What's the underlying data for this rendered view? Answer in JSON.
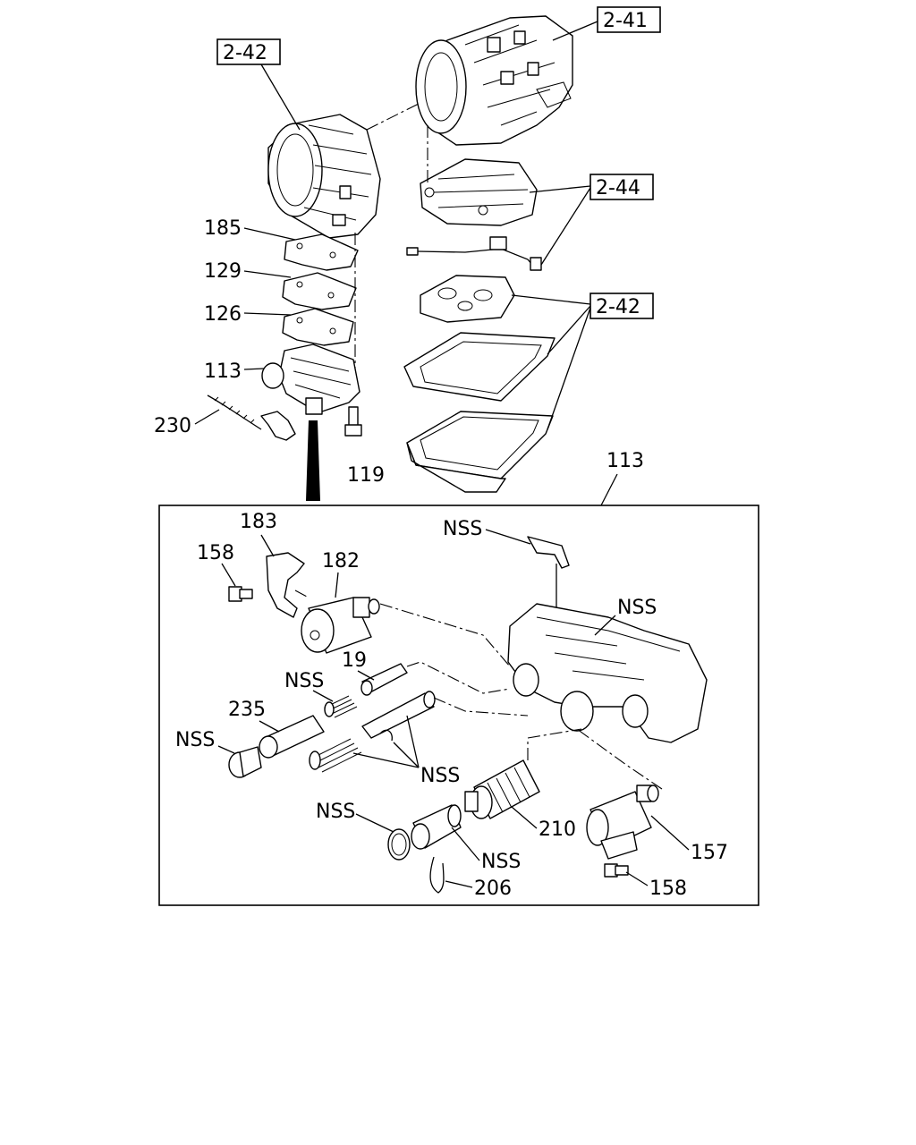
{
  "callouts": {
    "ref_2_41": "2-41",
    "ref_2_42_top": "2-42",
    "ref_2_44": "2-44",
    "ref_2_42_right": "2-42",
    "p185": "185",
    "p129": "129",
    "p126": "126",
    "p113_left": "113",
    "p230": "230",
    "p119": "119",
    "p113_box": "113"
  },
  "detail": {
    "p183": "183",
    "p158_top": "158",
    "p182": "182",
    "nss_plate": "NSS",
    "nss_body": "NSS",
    "p19": "19",
    "nss_spring": "NSS",
    "p235": "235",
    "nss_plug": "NSS",
    "nss_valves": "NSS",
    "nss_oring": "NSS",
    "nss_cap": "NSS",
    "p210": "210",
    "p157": "157",
    "p158_bottom": "158",
    "p206": "206"
  }
}
